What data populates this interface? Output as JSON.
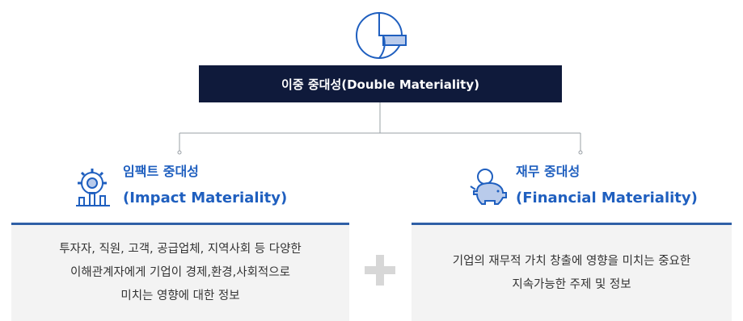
{
  "header": {
    "title": "이중 중대성(Double Materiality)",
    "icon": "pie-chart-icon"
  },
  "impact": {
    "title": "임팩트 중대성",
    "subtitle": "(Impact Materiality)",
    "icon": "gear-chart-icon",
    "description_lines": [
      "투자자, 직원, 고객, 공급업체, 지역사회 등 다양한",
      "이해관계자에게 기업이 경제,환경,사회적으로",
      "미치는 영향에 대한 정보"
    ]
  },
  "financial": {
    "title": "재무 중대성",
    "subtitle": "(Financial Materiality)",
    "icon": "piggy-bank-icon",
    "description_lines": [
      "기업의 재무적 가치 창출에 영향을 미치는 중요한",
      "지속가능한 주제 및 정보"
    ]
  },
  "colors": {
    "navy": "#0f1a3b",
    "accent_blue": "#1f5fbf",
    "panel_border": "#2f5fa6",
    "panel_bg": "#f3f3f3",
    "plus": "#d7d7d7"
  }
}
